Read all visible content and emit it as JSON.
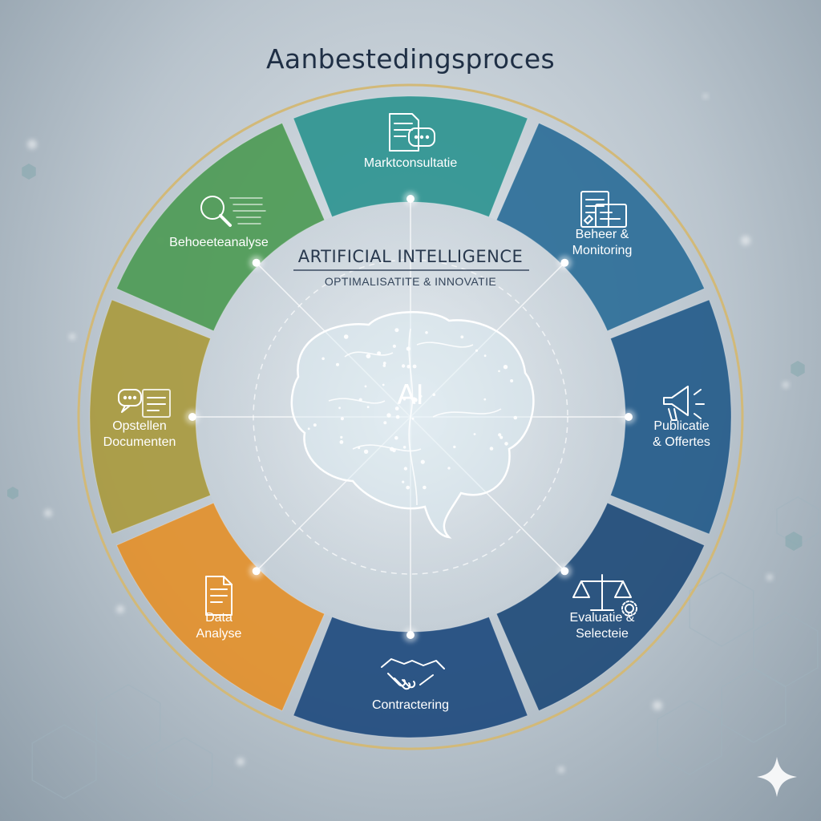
{
  "diagram": {
    "title": "Aanbestedingsproces",
    "center": {
      "title": "ARTIFICIAL INTELLIGENCE",
      "subtitle": "OPTIMALISATITE & INNOVATIE",
      "ai_label": "AI"
    },
    "segments": [
      {
        "id": "marktconsultatie",
        "lines": [
          "Marktconsultatie"
        ],
        "icon": "document-chat-icon",
        "color": "#2e9490"
      },
      {
        "id": "beheer",
        "lines": [
          "Beheer &",
          "Monitoring"
        ],
        "icon": "documents-icon",
        "color": "#2d6e98"
      },
      {
        "id": "publicatie",
        "lines": [
          "Publicatie",
          "& Offertes"
        ],
        "icon": "megaphone-icon",
        "color": "#245b8a"
      },
      {
        "id": "evaluatie",
        "lines": [
          "Evaluatie &",
          "Selecteie"
        ],
        "icon": "scales-gear-icon",
        "color": "#1f4b78"
      },
      {
        "id": "contractering",
        "lines": [
          "Contractering"
        ],
        "icon": "handshake-icon",
        "color": "#204b7e"
      },
      {
        "id": "data-analyse",
        "lines": [
          "Data",
          "Analyse"
        ],
        "icon": "document-icon",
        "color": "#e3902b"
      },
      {
        "id": "opstellen",
        "lines": [
          "Opstellen",
          "Documenten"
        ],
        "icon": "chat-list-icon",
        "color": "#a99a3f"
      },
      {
        "id": "behoefteanalyse",
        "lines": [
          "Behoeeteanalyse"
        ],
        "icon": "magnifier-icon",
        "color": "#4d9a55"
      }
    ]
  }
}
